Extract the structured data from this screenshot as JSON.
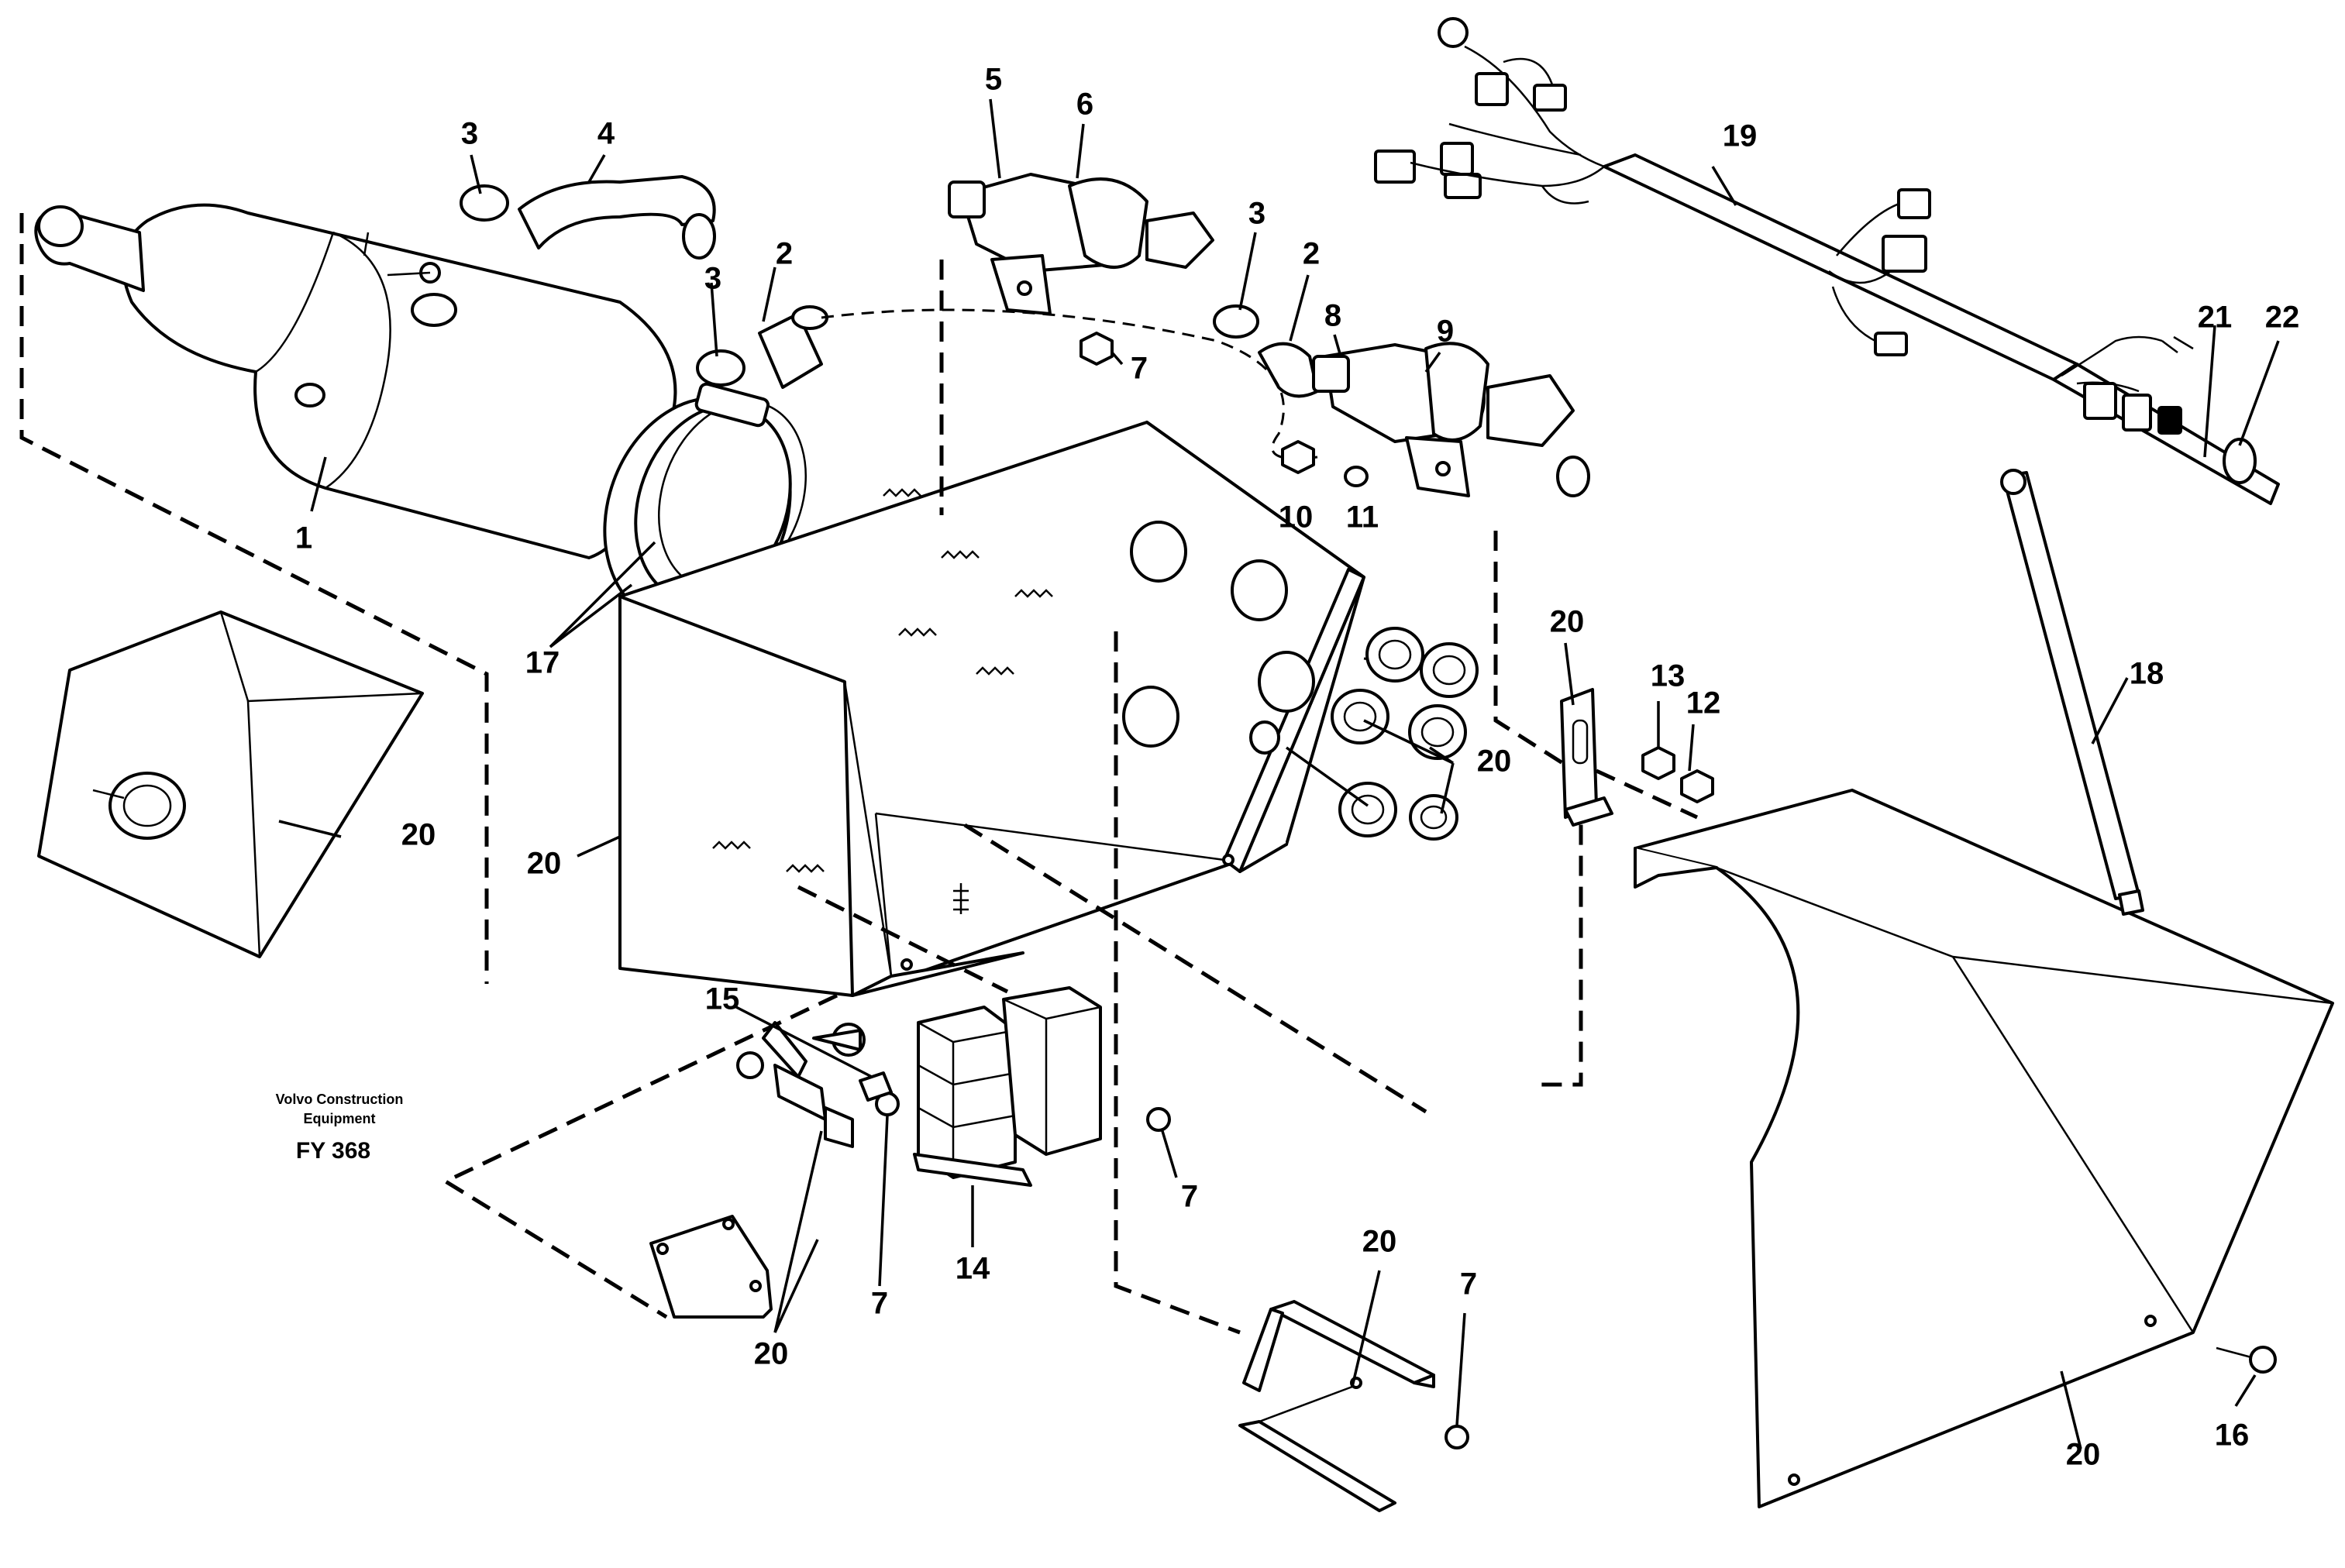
{
  "callouts": [
    {
      "id": "c1",
      "text": "1"
    },
    {
      "id": "c2a",
      "text": "2"
    },
    {
      "id": "c2b",
      "text": "2"
    },
    {
      "id": "c3a",
      "text": "3"
    },
    {
      "id": "c3b",
      "text": "3"
    },
    {
      "id": "c3c",
      "text": "3"
    },
    {
      "id": "c4",
      "text": "4"
    },
    {
      "id": "c5",
      "text": "5"
    },
    {
      "id": "c6",
      "text": "6"
    },
    {
      "id": "c7a",
      "text": "7"
    },
    {
      "id": "c7b",
      "text": "7"
    },
    {
      "id": "c7c",
      "text": "7"
    },
    {
      "id": "c7d",
      "text": "7"
    },
    {
      "id": "c8",
      "text": "8"
    },
    {
      "id": "c9",
      "text": "9"
    },
    {
      "id": "c10",
      "text": "10"
    },
    {
      "id": "c11",
      "text": "11"
    },
    {
      "id": "c12",
      "text": "12"
    },
    {
      "id": "c13",
      "text": "13"
    },
    {
      "id": "c14",
      "text": "14"
    },
    {
      "id": "c15",
      "text": "15"
    },
    {
      "id": "c16",
      "text": "16"
    },
    {
      "id": "c17",
      "text": "17"
    },
    {
      "id": "c18",
      "text": "18"
    },
    {
      "id": "c19",
      "text": "19"
    },
    {
      "id": "c20a",
      "text": "20"
    },
    {
      "id": "c20b",
      "text": "20"
    },
    {
      "id": "c20c",
      "text": "20"
    },
    {
      "id": "c20d",
      "text": "20"
    },
    {
      "id": "c20e",
      "text": "20"
    },
    {
      "id": "c20f",
      "text": "20"
    },
    {
      "id": "c20g",
      "text": "20"
    },
    {
      "id": "c20h",
      "text": "20"
    },
    {
      "id": "c21",
      "text": "21"
    },
    {
      "id": "c22",
      "text": "22"
    }
  ],
  "caption": {
    "line1": "Volvo Construction",
    "line2": "Equipment",
    "code": "FY 368"
  }
}
